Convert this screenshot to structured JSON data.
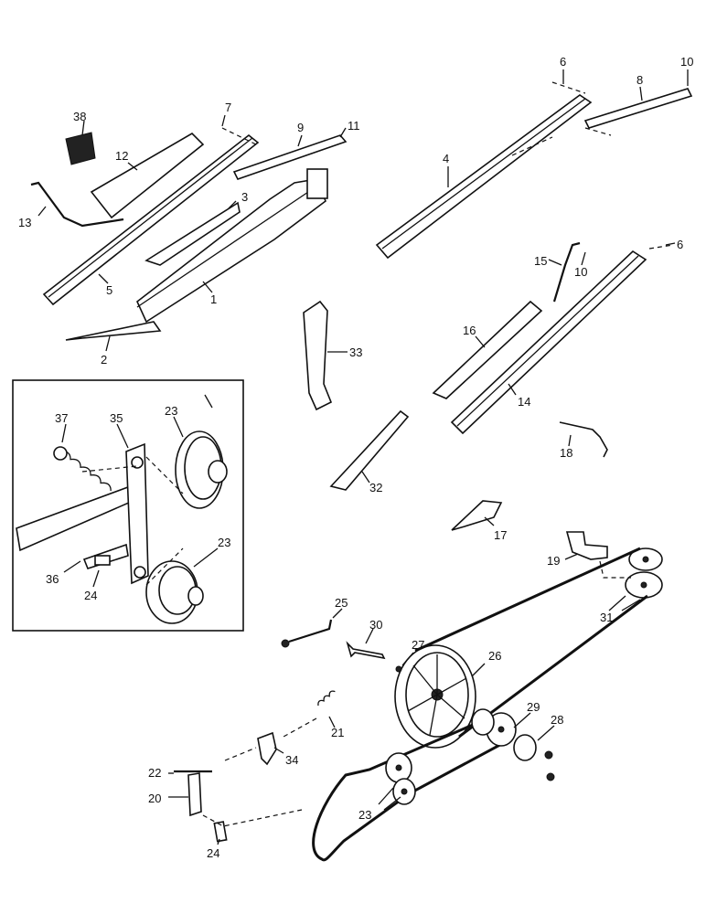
{
  "labels": {
    "p1": "1",
    "p2": "2",
    "p3": "3",
    "p4": "4",
    "p5": "5",
    "p6a": "6",
    "p6b": "6",
    "p7": "7",
    "p8": "8",
    "p9": "9",
    "p10a": "10",
    "p10b": "10",
    "p11": "11",
    "p12": "12",
    "p13": "13",
    "p14": "14",
    "p15": "15",
    "p16": "16",
    "p17": "17",
    "p18": "18",
    "p19": "19",
    "p20": "20",
    "p21": "21",
    "p22": "22",
    "p23a": "23",
    "p23b": "23",
    "p23c": "23",
    "p24a": "24",
    "p24b": "24",
    "p25": "25",
    "p26": "26",
    "p27": "27",
    "p28": "28",
    "p29": "29",
    "p30": "30",
    "p31": "31",
    "p32": "32",
    "p33": "33",
    "p34": "34",
    "p35": "35",
    "p36": "36",
    "p37": "37",
    "p38": "38"
  }
}
